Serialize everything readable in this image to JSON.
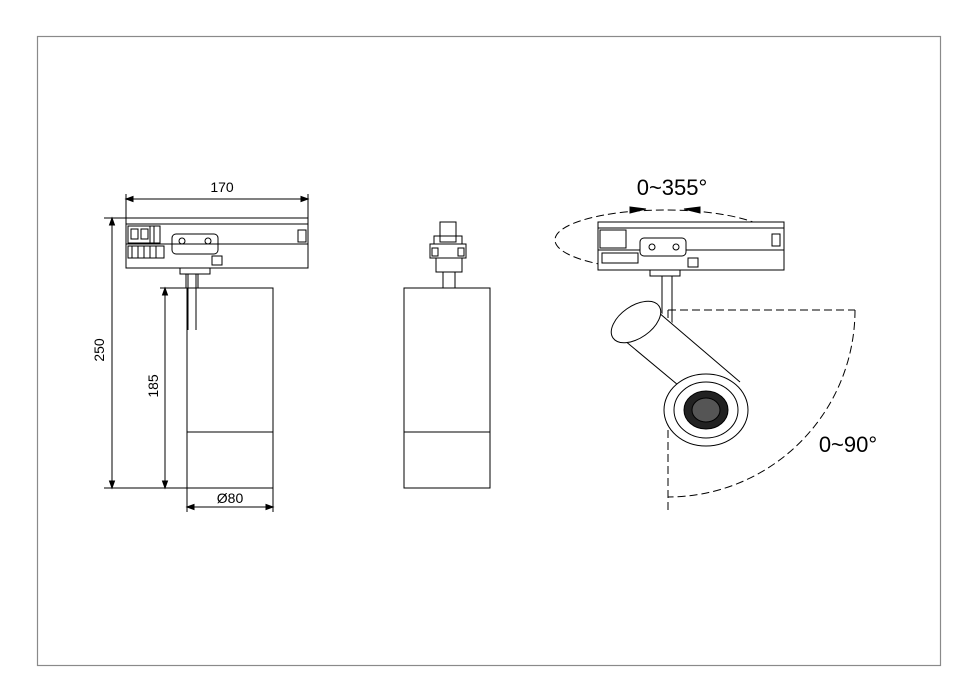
{
  "dimensions": {
    "width_label": "170",
    "height_total_label": "250",
    "height_body_label": "185",
    "diameter_label": "Ø80"
  },
  "rotation": {
    "horizontal_label": "0~355°",
    "vertical_label": "0~90°"
  }
}
